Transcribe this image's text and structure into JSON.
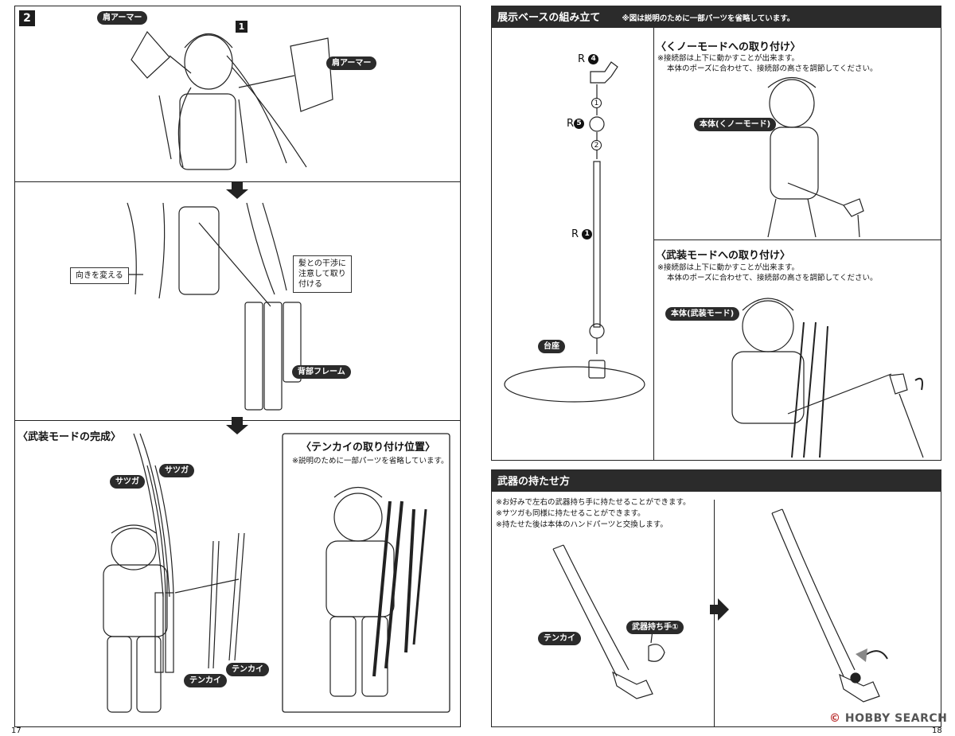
{
  "left_page": {
    "step_number": "2",
    "sub_step": "1",
    "labels": {
      "shoulder_armor_left": "肩アーマー",
      "shoulder_armor_right": "肩アーマー",
      "turn": "向きを変える",
      "hair_note": "髪との干渉に\n注意して取り\n付ける",
      "back_frame": "背部フレーム",
      "satsuga_1": "サツガ",
      "satsuga_2": "サツガ",
      "tenkai_1": "テンカイ",
      "tenkai_2": "テンカイ"
    },
    "armed_complete_heading": "〈武装モードの完成〉",
    "tenkai_position": {
      "heading": "〈テンカイの取り付け位置〉",
      "note": "※説明のために一部パーツを省略しています。"
    },
    "page_number": "17"
  },
  "right_page": {
    "display_base": {
      "title": "展示ベースの組み立て",
      "subtitle": "※図は説明のために一部パーツを省略しています。",
      "r4": "R",
      "r4_num": "4",
      "step1": "1",
      "r5": "R",
      "r5_num": "5",
      "step2": "2",
      "r1": "R",
      "r1_num": "1",
      "base_label": "台座"
    },
    "kunoichi": {
      "heading": "〈くノーモードへの取り付け〉",
      "note1": "※接続部は上下に動かすことが出来ます。",
      "note2": "本体のポーズに合わせて、接続部の高さを調節してください。",
      "body_label": "本体(くノーモード)"
    },
    "armed": {
      "heading": "〈武装モードへの取り付け〉",
      "note1": "※接続部は上下に動かすことが出来ます。",
      "note2": "本体のポーズに合わせて、接続部の高さを調節してください。",
      "body_label": "本体(武装モード)"
    },
    "weapons": {
      "title": "武器の持たせ方",
      "note1": "※お好みで左右の武器持ち手に持たせることができます。",
      "note2": "※サツガも同様に持たせることができます。",
      "note3": "※持たせた後は本体のハンドパーツと交換します。",
      "tenkai_label": "テンカイ",
      "hand_label": "武器持ち手①"
    },
    "page_number": "18"
  },
  "watermark": {
    "brand": "HOBBY SEARCH",
    "mark": "©"
  },
  "colors": {
    "ink": "#111111",
    "bar": "#2b2b2b",
    "paper": "#ffffff"
  }
}
